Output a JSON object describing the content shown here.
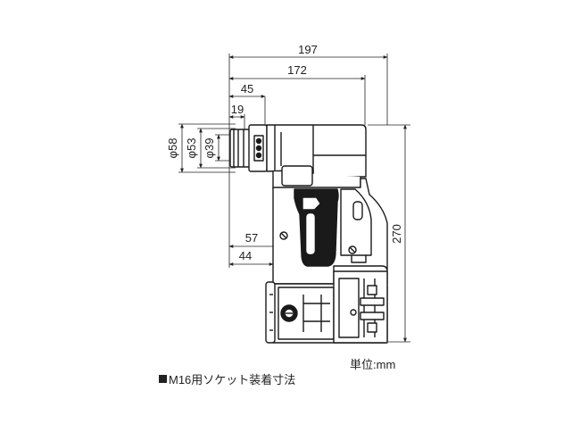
{
  "dimensions": {
    "overall_length": "197",
    "body_length": "172",
    "nose_length": "45",
    "socket_length": "19",
    "dia_58": "φ58",
    "dia_53": "φ53",
    "dia_39": "φ39",
    "height": "270",
    "handle_offset_57": "57",
    "handle_offset_44": "44"
  },
  "unit_label": "単位:mm",
  "caption": "M16用ソケット装着寸法",
  "colors": {
    "line": "#222222",
    "fill": "#ffffff",
    "dark": "#1a1a1a"
  }
}
